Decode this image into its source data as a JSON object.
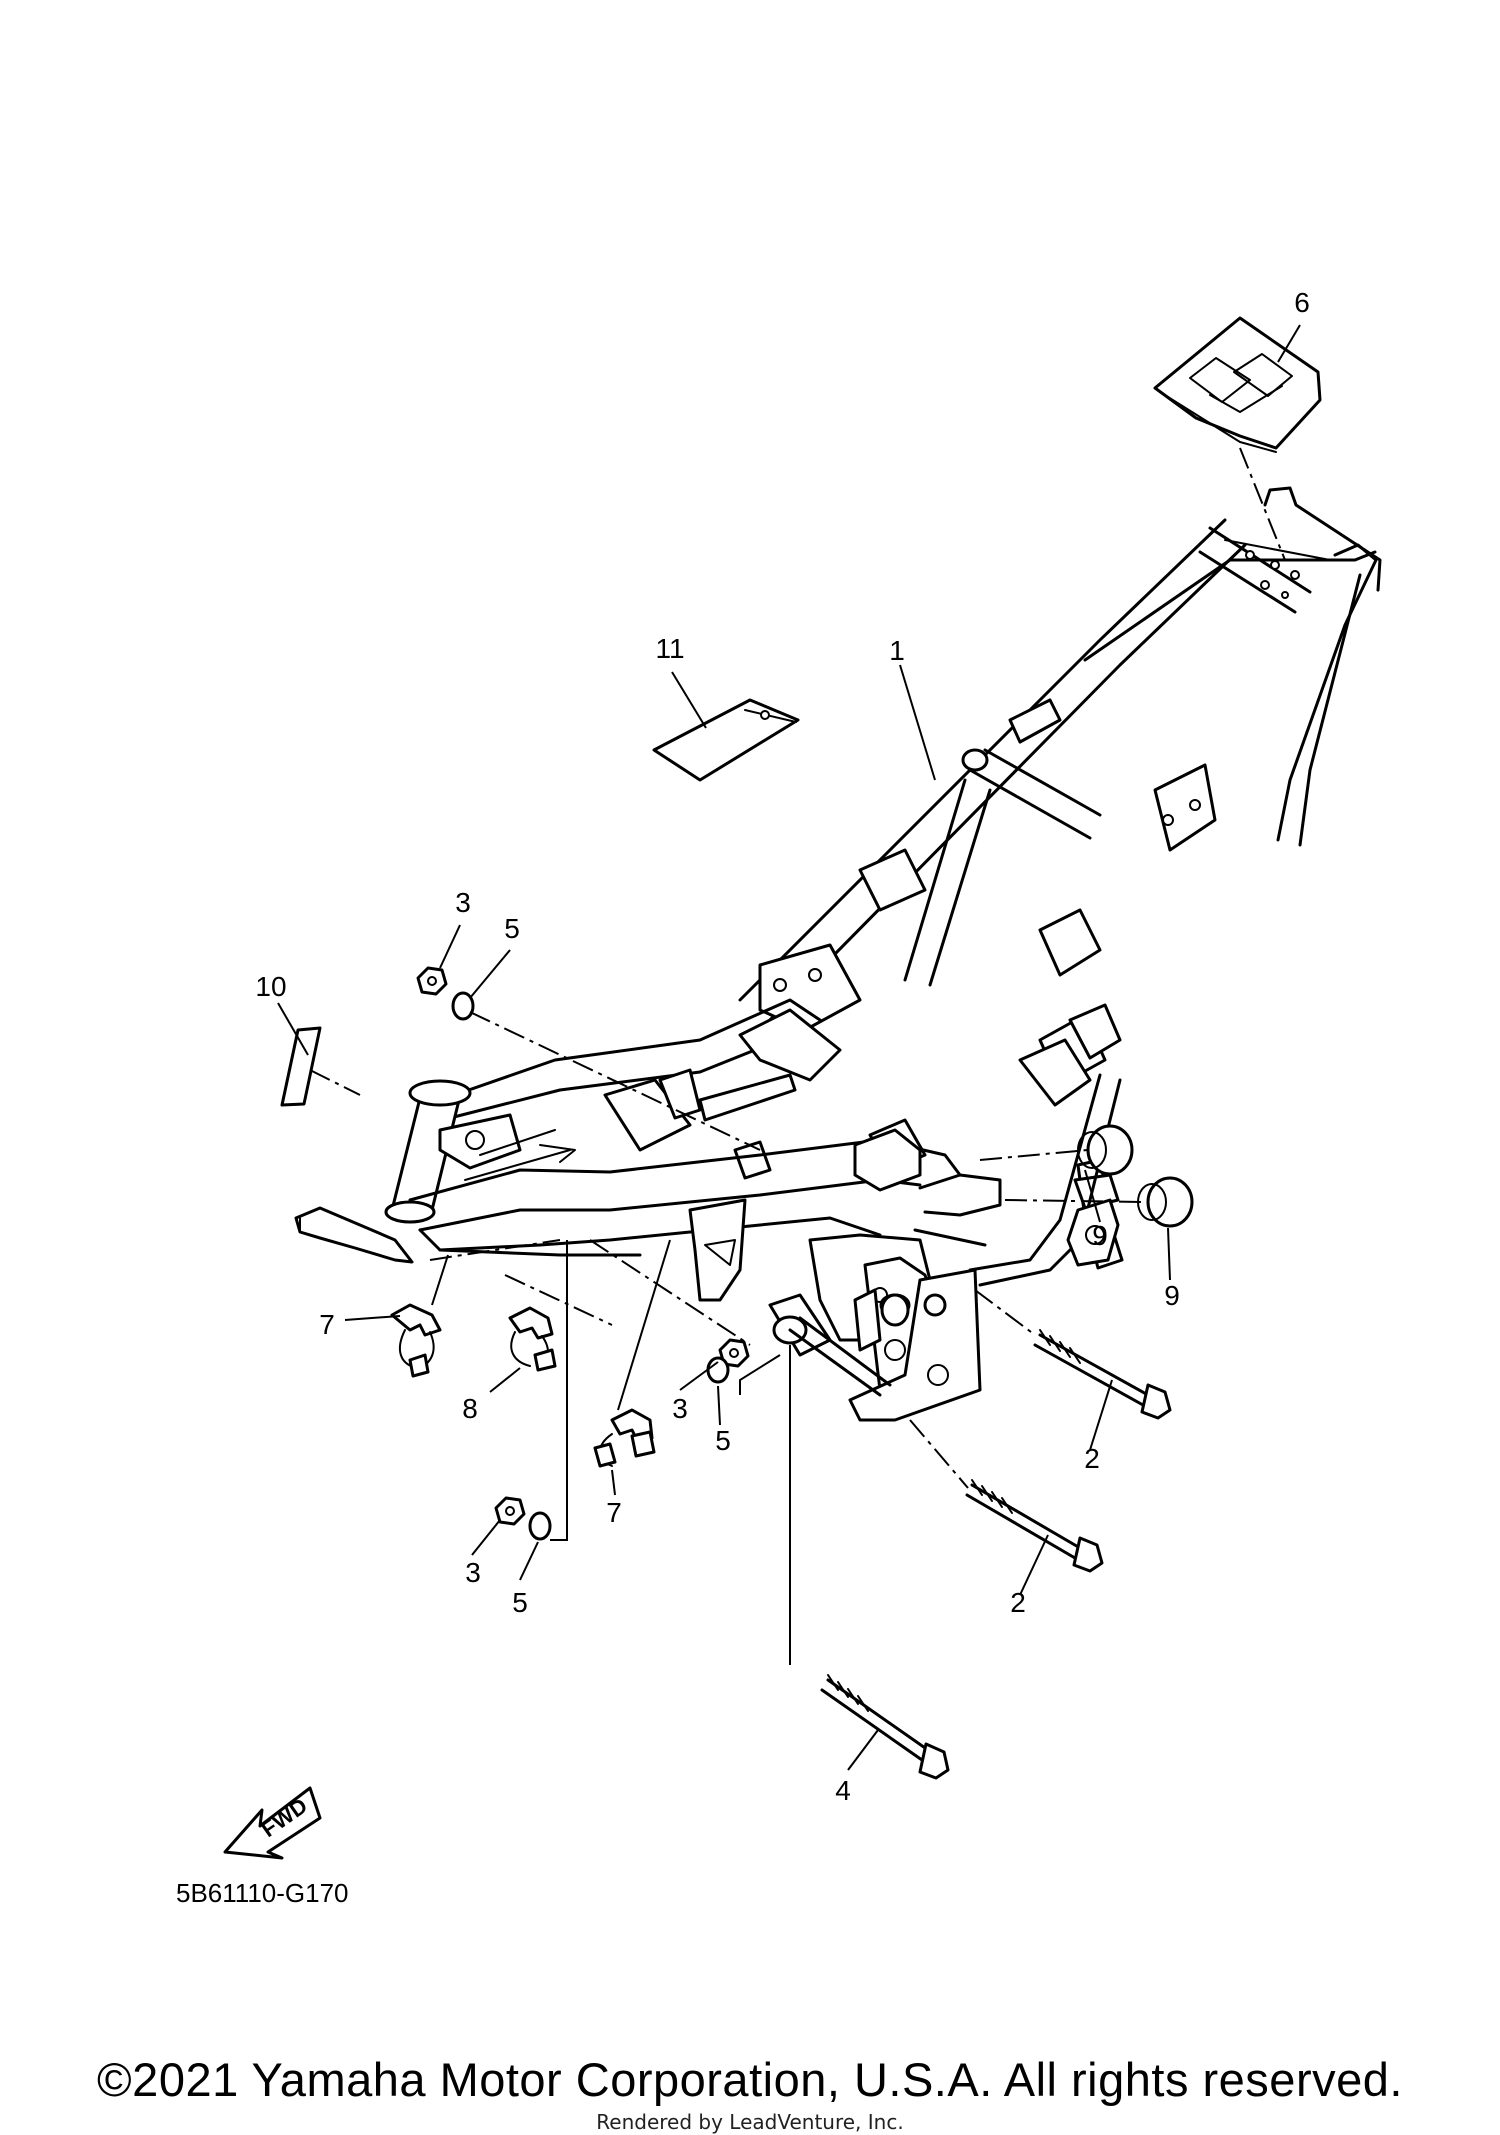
{
  "diagram": {
    "callouts": [
      "1",
      "2",
      "2",
      "3",
      "3",
      "3",
      "4",
      "5",
      "5",
      "5",
      "6",
      "7",
      "7",
      "8",
      "9",
      "9",
      "10",
      "11"
    ],
    "diagram_code": "5B61110-G170",
    "fwd_label": "FWD"
  },
  "footer": {
    "copyright": "©2021 Yamaha Motor Corporation, U.S.A. All rights reserved.",
    "rendered_by": "Rendered by LeadVenture, Inc."
  }
}
